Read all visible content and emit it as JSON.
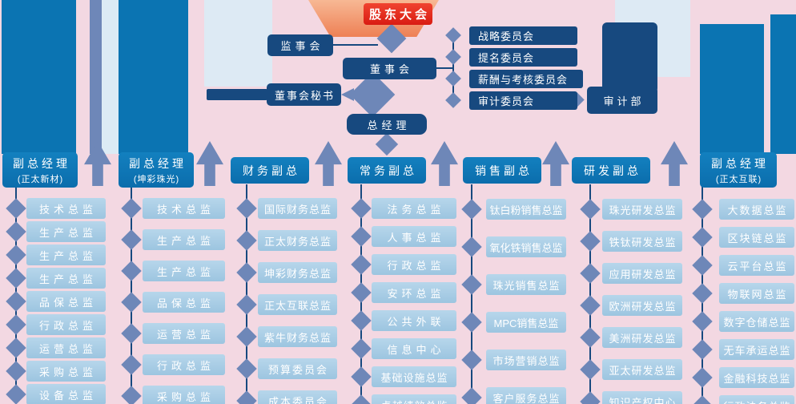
{
  "colors": {
    "background_pink": "#f3d8e2",
    "navy": "#17497f",
    "header_blue": "#0b74b2",
    "item_blue": "#a9cde6",
    "steel_blue": "#6e87b8",
    "red": "#e2231a",
    "orange_funnel": "#ee8055",
    "pale_blue": "#dcebf5",
    "text_white": "#ffffff"
  },
  "top": {
    "shareholders_meeting": "股东大会",
    "supervisory_board": "监事会",
    "board_of_directors": "董事会",
    "board_secretary": "董事会秘书",
    "general_manager": "总经理",
    "audit_department": "审计部",
    "committees": [
      "战略委员会",
      "提名委员会",
      "薪酬与考核委员会",
      "审计委员会"
    ]
  },
  "branches": [
    {
      "title": "副总经理",
      "subtitle": "(正太新材)",
      "items": [
        "技术总监",
        "生产总监",
        "生产总监",
        "生产总监",
        "品保总监",
        "行政总监",
        "运营总监",
        "采购总监",
        "设备总监"
      ]
    },
    {
      "title": "副总经理",
      "subtitle": "(坤彩珠光)",
      "items": [
        "技术总监",
        "生产总监",
        "生产总监",
        "品保总监",
        "运营总监",
        "行政总监",
        "采购总监"
      ]
    },
    {
      "title": "财务副总",
      "subtitle": "",
      "items": [
        "国际财务总监",
        "正太财务总监",
        "坤彩财务总监",
        "正太互联总监",
        "紫牛财务总监",
        "预算委员会",
        "成本委员会"
      ]
    },
    {
      "title": "常务副总",
      "subtitle": "",
      "items": [
        "法务总监",
        "人事总监",
        "行政总监",
        "安环总监",
        "公共外联",
        "信息中心",
        "基础设施总监",
        "卓越绩效总监"
      ]
    },
    {
      "title": "销售副总",
      "subtitle": "",
      "items": [
        "钛白粉销售总监",
        "氧化铁销售总监",
        "珠光销售总监",
        "MPC销售总监",
        "市场营销总监",
        "客户服务总监"
      ]
    },
    {
      "title": "研发副总",
      "subtitle": "",
      "items": [
        "珠光研发总监",
        "铁钛研发总监",
        "应用研发总监",
        "欧洲研发总监",
        "美洲研发总监",
        "亚太研发总监",
        "知识产权中心"
      ]
    },
    {
      "title": "副总经理",
      "subtitle": "(正太互联)",
      "items": [
        "大数据总监",
        "区块链总监",
        "云平台总监",
        "物联网总监",
        "数字仓储总监",
        "无车承运总监",
        "金融科技总监",
        "行政法务总监"
      ]
    }
  ]
}
